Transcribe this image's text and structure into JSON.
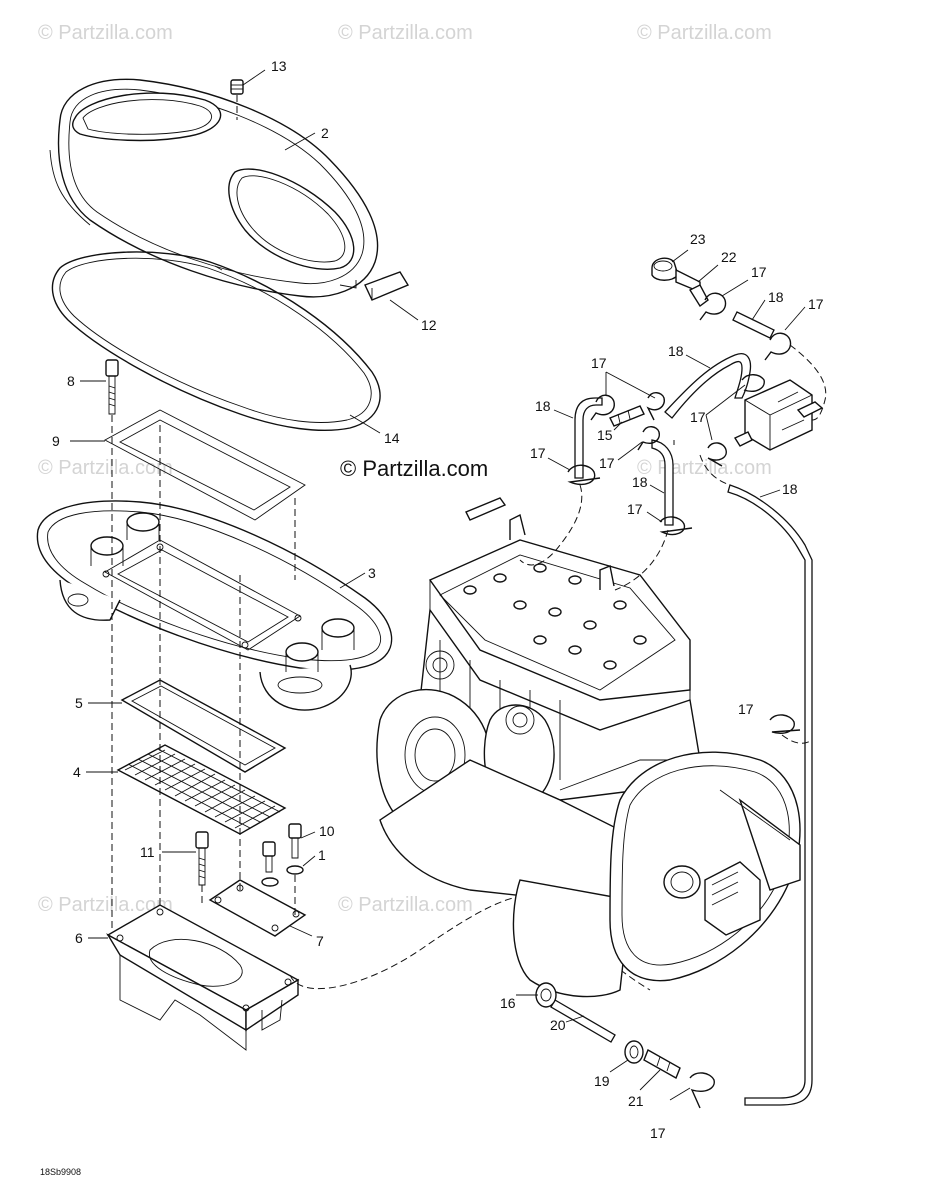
{
  "watermarks": {
    "text": "© Partzilla.com",
    "center": "© Partzilla.com"
  },
  "drawing_code": "18Sb9908",
  "callouts": [
    {
      "id": "c13",
      "label": "13"
    },
    {
      "id": "c2",
      "label": "2"
    },
    {
      "id": "c12",
      "label": "12"
    },
    {
      "id": "c14",
      "label": "14"
    },
    {
      "id": "c8",
      "label": "8"
    },
    {
      "id": "c9",
      "label": "9"
    },
    {
      "id": "c3",
      "label": "3"
    },
    {
      "id": "c5",
      "label": "5"
    },
    {
      "id": "c4",
      "label": "4"
    },
    {
      "id": "c11",
      "label": "11"
    },
    {
      "id": "c10",
      "label": "10"
    },
    {
      "id": "c1",
      "label": "1"
    },
    {
      "id": "c7",
      "label": "7"
    },
    {
      "id": "c6",
      "label": "6"
    },
    {
      "id": "c23",
      "label": "23"
    },
    {
      "id": "c22",
      "label": "22"
    },
    {
      "id": "c17a",
      "label": "17"
    },
    {
      "id": "c18a",
      "label": "18"
    },
    {
      "id": "c17b",
      "label": "17"
    },
    {
      "id": "c17c",
      "label": "17"
    },
    {
      "id": "c18b",
      "label": "18"
    },
    {
      "id": "c18c",
      "label": "18"
    },
    {
      "id": "c15",
      "label": "15"
    },
    {
      "id": "c17d",
      "label": "17"
    },
    {
      "id": "c17e",
      "label": "17"
    },
    {
      "id": "c17f",
      "label": "17"
    },
    {
      "id": "c18d",
      "label": "18"
    },
    {
      "id": "c18e",
      "label": "18"
    },
    {
      "id": "c17g",
      "label": "17"
    },
    {
      "id": "c17h",
      "label": "17"
    },
    {
      "id": "c16",
      "label": "16"
    },
    {
      "id": "c20",
      "label": "20"
    },
    {
      "id": "c19",
      "label": "19"
    },
    {
      "id": "c21",
      "label": "21"
    },
    {
      "id": "c17i",
      "label": "17"
    }
  ]
}
